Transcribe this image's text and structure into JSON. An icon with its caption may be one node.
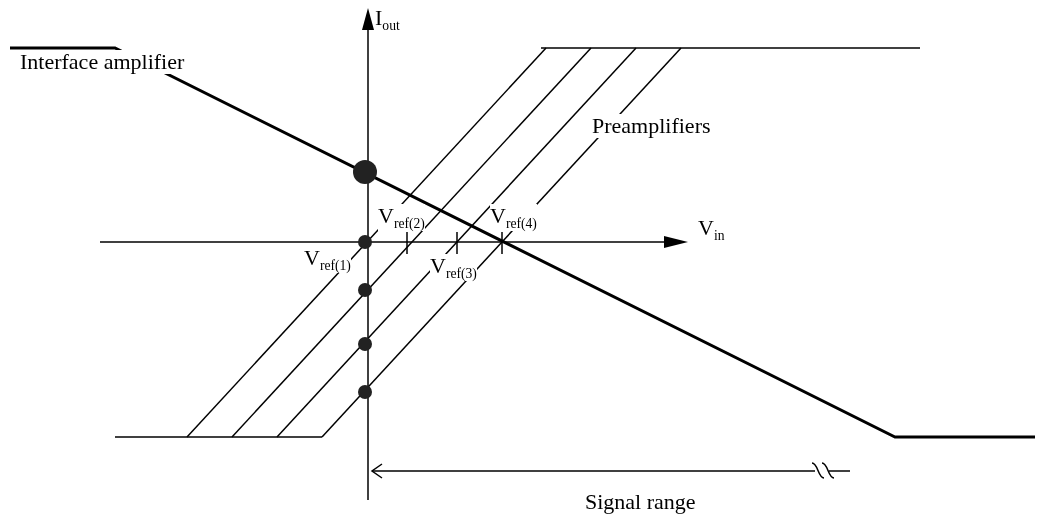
{
  "diagram": {
    "labels": [
      "I$_{out}$",
      "Interface amplifier",
      "Preamplifiers",
      "V$_{ref(2)}$",
      "V$_{ref(4)}$",
      "V$_{in}$",
      "V$_{ref(1)}$",
      "V$_{ref(3)}$",
      "Signal range"
    ]
  }
}
